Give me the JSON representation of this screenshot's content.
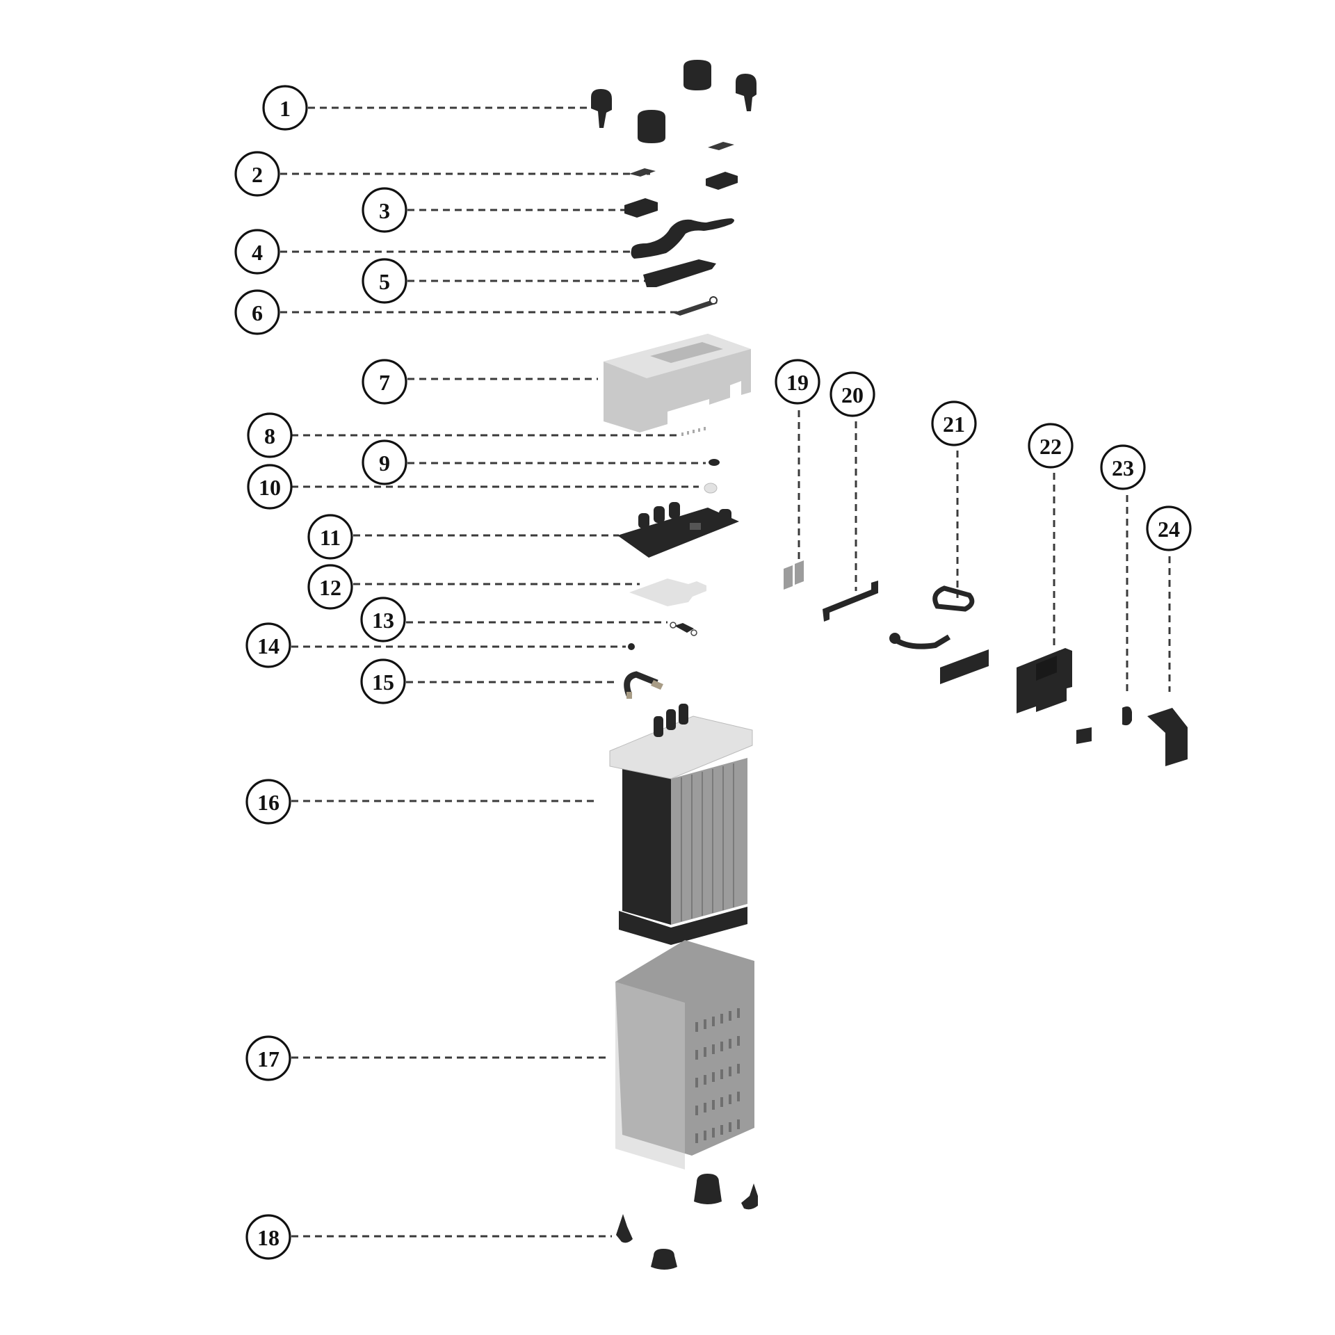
{
  "diagram": {
    "type": "exploded-parts-view",
    "subject": "battery pack assembly",
    "callouts": [
      {
        "id": 1,
        "label": "1",
        "part": "terminal-caps (x4)"
      },
      {
        "id": 2,
        "label": "2",
        "part": "small-pads"
      },
      {
        "id": 3,
        "label": "3",
        "part": "block"
      },
      {
        "id": 4,
        "label": "4",
        "part": "curved-strap"
      },
      {
        "id": 5,
        "label": "5",
        "part": "top-plate"
      },
      {
        "id": 6,
        "label": "6",
        "part": "busbar-strip"
      },
      {
        "id": 7,
        "label": "7",
        "part": "heatsink-cover"
      },
      {
        "id": 8,
        "label": "8",
        "part": "connector-pins"
      },
      {
        "id": 9,
        "label": "9",
        "part": "small-button"
      },
      {
        "id": 10,
        "label": "10",
        "part": "light-pipe"
      },
      {
        "id": 11,
        "label": "11",
        "part": "circuit-board"
      },
      {
        "id": 12,
        "label": "12",
        "part": "insulation-sheet"
      },
      {
        "id": 13,
        "label": "13",
        "part": "fuse-link"
      },
      {
        "id": 14,
        "label": "14",
        "part": "screw"
      },
      {
        "id": 15,
        "label": "15",
        "part": "bent-busbar"
      },
      {
        "id": 16,
        "label": "16",
        "part": "cell-module"
      },
      {
        "id": 17,
        "label": "17",
        "part": "vented-housing"
      },
      {
        "id": 18,
        "label": "18",
        "part": "feet (x4)"
      },
      {
        "id": 19,
        "label": "19",
        "part": "thermal-pads"
      },
      {
        "id": 20,
        "label": "20",
        "part": "bracket"
      },
      {
        "id": 21,
        "label": "21",
        "part": "handle-harness"
      },
      {
        "id": 22,
        "label": "22",
        "part": "mount-block"
      },
      {
        "id": 23,
        "label": "23",
        "part": "clip"
      },
      {
        "id": 24,
        "label": "24",
        "part": "latch-cover"
      }
    ]
  }
}
